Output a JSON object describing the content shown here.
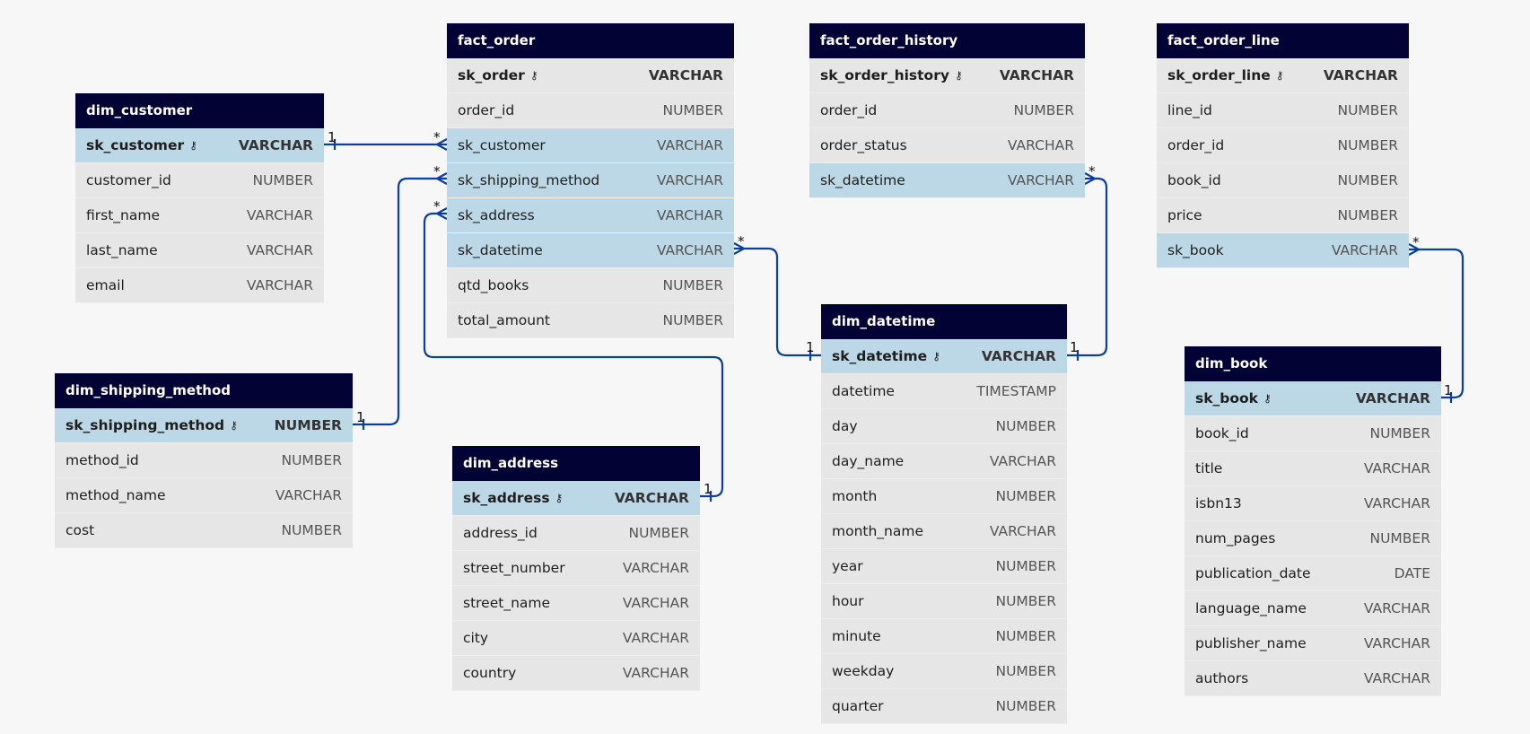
{
  "colors": {
    "header": "#020334",
    "row": "#e6e6e6",
    "fk_row": "#bcd8e6",
    "link": "#0a3fa0"
  },
  "tables": [
    {
      "name": "fact_order",
      "fields": [
        {
          "name": "sk_order",
          "type": "VARCHAR",
          "pk": true
        },
        {
          "name": "order_id",
          "type": "NUMBER"
        },
        {
          "name": "sk_customer",
          "type": "VARCHAR",
          "fk": true
        },
        {
          "name": "sk_shipping_method",
          "type": "VARCHAR",
          "fk": true
        },
        {
          "name": "sk_address",
          "type": "VARCHAR",
          "fk": true
        },
        {
          "name": "sk_datetime",
          "type": "VARCHAR",
          "fk": true
        },
        {
          "name": "qtd_books",
          "type": "NUMBER"
        },
        {
          "name": "total_amount",
          "type": "NUMBER"
        }
      ]
    },
    {
      "name": "fact_order_history",
      "fields": [
        {
          "name": "sk_order_history",
          "type": "VARCHAR",
          "pk": true
        },
        {
          "name": "order_id",
          "type": "NUMBER"
        },
        {
          "name": "order_status",
          "type": "VARCHAR"
        },
        {
          "name": "sk_datetime",
          "type": "VARCHAR",
          "fk": true
        }
      ]
    },
    {
      "name": "fact_order_line",
      "fields": [
        {
          "name": "sk_order_line",
          "type": "VARCHAR",
          "pk": true
        },
        {
          "name": "line_id",
          "type": "NUMBER"
        },
        {
          "name": "order_id",
          "type": "NUMBER"
        },
        {
          "name": "book_id",
          "type": "NUMBER"
        },
        {
          "name": "price",
          "type": "NUMBER"
        },
        {
          "name": "sk_book",
          "type": "VARCHAR",
          "fk": true
        }
      ]
    },
    {
      "name": "dim_customer",
      "fields": [
        {
          "name": "sk_customer",
          "type": "VARCHAR",
          "pk": true,
          "fk": true
        },
        {
          "name": "customer_id",
          "type": "NUMBER"
        },
        {
          "name": "first_name",
          "type": "VARCHAR"
        },
        {
          "name": "last_name",
          "type": "VARCHAR"
        },
        {
          "name": "email",
          "type": "VARCHAR"
        }
      ]
    },
    {
      "name": "dim_shipping_method",
      "fields": [
        {
          "name": "sk_shipping_method",
          "type": "NUMBER",
          "pk": true,
          "fk": true
        },
        {
          "name": "method_id",
          "type": "NUMBER"
        },
        {
          "name": "method_name",
          "type": "VARCHAR"
        },
        {
          "name": "cost",
          "type": "NUMBER"
        }
      ]
    },
    {
      "name": "dim_address",
      "fields": [
        {
          "name": "sk_address",
          "type": "VARCHAR",
          "pk": true,
          "fk": true
        },
        {
          "name": "address_id",
          "type": "NUMBER"
        },
        {
          "name": "street_number",
          "type": "VARCHAR"
        },
        {
          "name": "street_name",
          "type": "VARCHAR"
        },
        {
          "name": "city",
          "type": "VARCHAR"
        },
        {
          "name": "country",
          "type": "VARCHAR"
        }
      ]
    },
    {
      "name": "dim_datetime",
      "fields": [
        {
          "name": "sk_datetime",
          "type": "VARCHAR",
          "pk": true,
          "fk": true
        },
        {
          "name": "datetime",
          "type": "TIMESTAMP"
        },
        {
          "name": "day",
          "type": "NUMBER"
        },
        {
          "name": "day_name",
          "type": "VARCHAR"
        },
        {
          "name": "month",
          "type": "NUMBER"
        },
        {
          "name": "month_name",
          "type": "VARCHAR"
        },
        {
          "name": "year",
          "type": "NUMBER"
        },
        {
          "name": "hour",
          "type": "NUMBER"
        },
        {
          "name": "minute",
          "type": "NUMBER"
        },
        {
          "name": "weekday",
          "type": "NUMBER"
        },
        {
          "name": "quarter",
          "type": "NUMBER"
        }
      ]
    },
    {
      "name": "dim_book",
      "fields": [
        {
          "name": "sk_book",
          "type": "VARCHAR",
          "pk": true,
          "fk": true
        },
        {
          "name": "book_id",
          "type": "NUMBER"
        },
        {
          "name": "title",
          "type": "VARCHAR"
        },
        {
          "name": "isbn13",
          "type": "VARCHAR"
        },
        {
          "name": "num_pages",
          "type": "NUMBER"
        },
        {
          "name": "publication_date",
          "type": "DATE"
        },
        {
          "name": "language_name",
          "type": "VARCHAR"
        },
        {
          "name": "publisher_name",
          "type": "VARCHAR"
        },
        {
          "name": "authors",
          "type": "VARCHAR"
        }
      ]
    }
  ],
  "relationships": [
    {
      "from_table": "dim_customer",
      "to_table": "fact_order",
      "from_card": "1",
      "to_card": "*"
    },
    {
      "from_table": "dim_shipping_method",
      "to_table": "fact_order",
      "from_card": "1",
      "to_card": "*"
    },
    {
      "from_table": "dim_address",
      "to_table": "fact_order",
      "from_card": "1",
      "to_card": "*"
    },
    {
      "from_table": "dim_datetime",
      "to_table": "fact_order",
      "from_card": "1",
      "to_card": "*"
    },
    {
      "from_table": "dim_datetime",
      "to_table": "fact_order_history",
      "from_card": "1",
      "to_card": "*"
    },
    {
      "from_table": "dim_book",
      "to_table": "fact_order_line",
      "from_card": "1",
      "to_card": "*"
    }
  ]
}
